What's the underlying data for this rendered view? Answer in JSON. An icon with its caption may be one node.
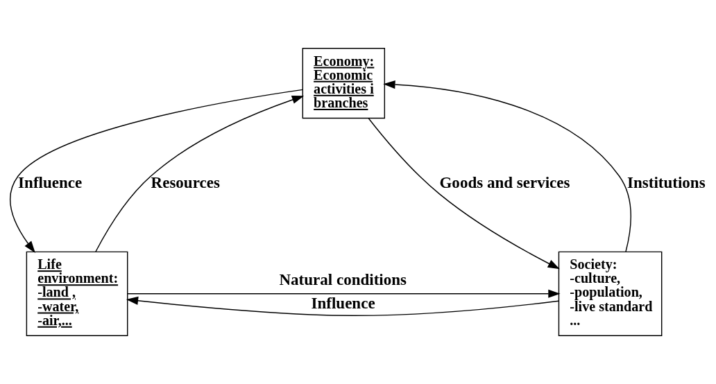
{
  "diagram": {
    "nodes": [
      {
        "text": [
          "Economy: Economic activities i branches"
        ]
      },
      {
        "text": [
          "Life environment: -land , -water, -air,..."
        ]
      },
      {
        "text": [
          "Society: -culture, -population, -live standard ..."
        ]
      }
    ],
    "edges": [
      {
        "from": 1,
        "to": 0,
        "arrow": "to",
        "label": "Resources"
      },
      {
        "from": 0,
        "to": 1,
        "arrow": "to",
        "label": "Influence"
      },
      {
        "from": 0,
        "to": 2,
        "arrow": "to",
        "label": "Goods and services"
      },
      {
        "from": 2,
        "to": 0,
        "arrow": "to",
        "label": "Institutions"
      },
      {
        "from": 1,
        "to": 2,
        "arrow": "to",
        "label": "Natural conditions"
      },
      {
        "from": 2,
        "to": 1,
        "arrow": "to",
        "label": "Influence"
      }
    ]
  }
}
